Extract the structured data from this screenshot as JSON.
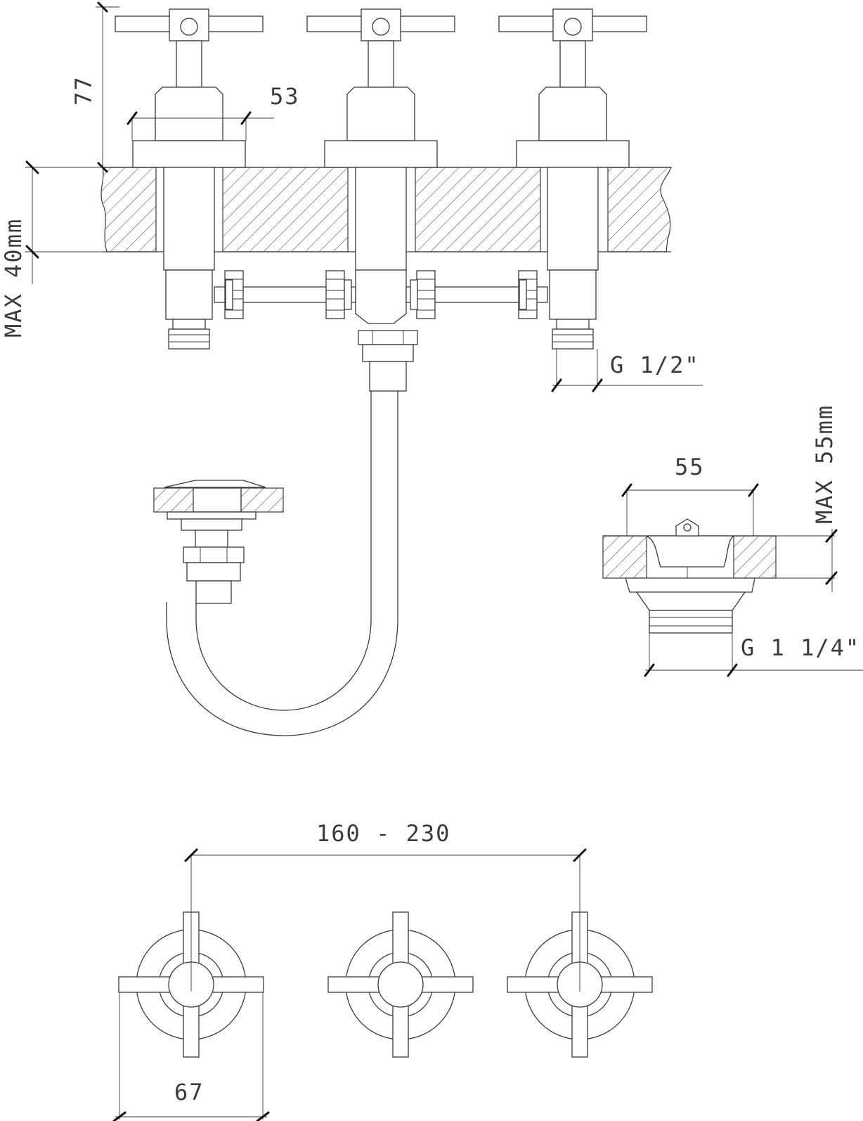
{
  "dimensions": {
    "handle_height": "77",
    "escutcheon_width": "53",
    "max_deck_thickness": "MAX 40mm",
    "inlet_thread": "G 1/2\"",
    "waste_width": "55",
    "max_waste_thickness": "MAX 55mm",
    "waste_thread": "G 1 1/4\"",
    "tap_spacing": "160 - 230",
    "rosette_width": "67"
  }
}
